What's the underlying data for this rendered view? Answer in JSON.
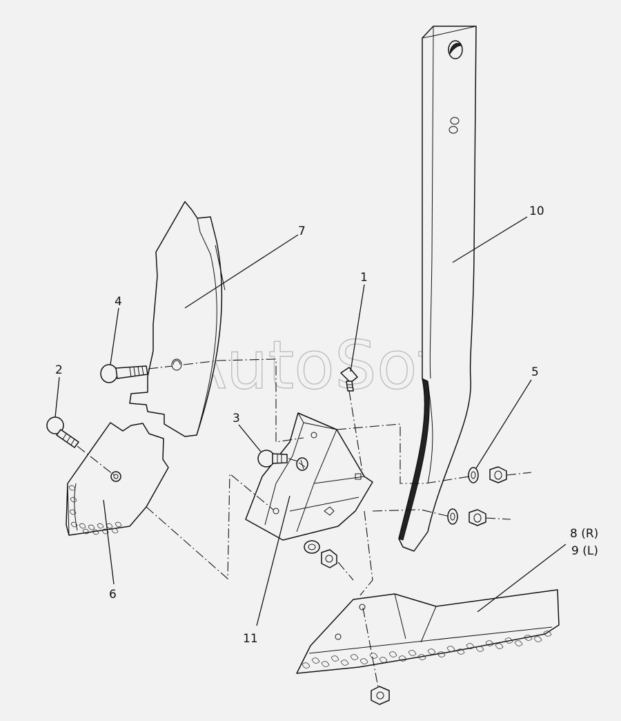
{
  "watermark": "AutoSoft",
  "callouts": {
    "c1": "1",
    "c2": "2",
    "c3": "3",
    "c4": "4",
    "c5": "5",
    "c6": "6",
    "c7": "7",
    "c8": "8 (R)",
    "c9": "9 (L)",
    "c10": "10",
    "c11": "11"
  }
}
